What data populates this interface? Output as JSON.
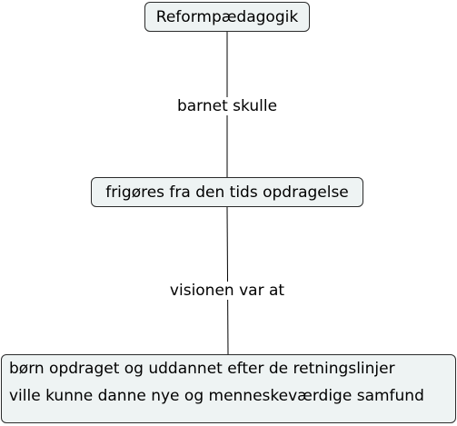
{
  "nodes": {
    "root": "Reformpædagogik",
    "middle": "frigøres fra den tids opdragelse",
    "bottom": {
      "line1": "børn opdraget og uddannet efter de retningslinjer",
      "line2": "ville kunne danne nye og menneskeværdige samfund"
    }
  },
  "links": {
    "first": "barnet skulle",
    "second": "visionen var at"
  }
}
